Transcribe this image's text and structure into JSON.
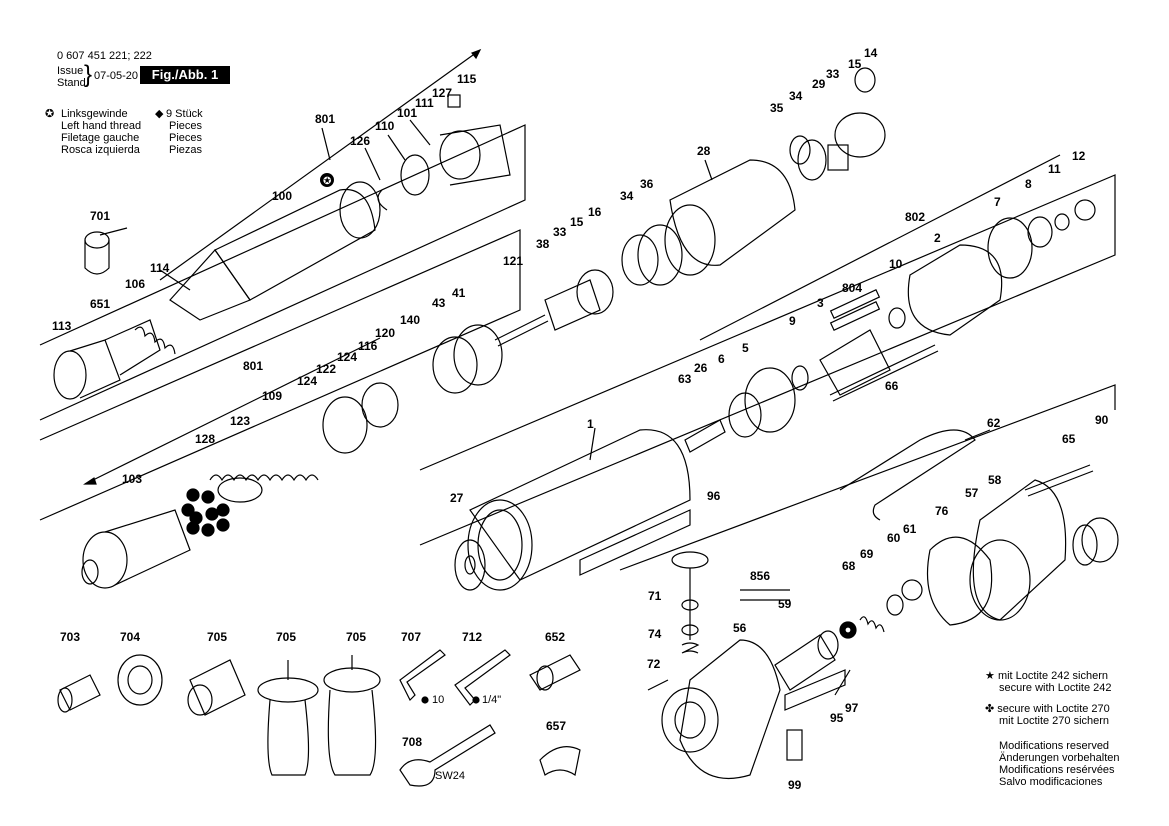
{
  "header": {
    "part_numbers": "0 607 451 221; 222",
    "issue_label": "Issue",
    "stand_label": "Stand",
    "date": "07-05-20",
    "figure": "Fig./Abb. 1"
  },
  "legend_thread": [
    "Linksgewinde",
    "Left hand thread",
    "Filetage gauche",
    "Rosca izquierda"
  ],
  "legend_pieces": [
    "9 Stück",
    "Pieces",
    "Pieces",
    "Piezas"
  ],
  "notes": {
    "loctite242": [
      "mit Loctite 242 sichern",
      "secure with Loctite 242"
    ],
    "loctite270": [
      "secure with Loctite 270",
      "mit Loctite 270 sichern"
    ],
    "modifications": [
      "Modifications reserved",
      "Änderungen vorbehalten",
      "Modifications resérvées",
      "Salvo modificaciones"
    ]
  },
  "tool_labels": {
    "size10": "10",
    "size14": "1/4\"",
    "wrench": "SW24"
  },
  "parts": [
    {
      "id": "801a",
      "label": "801"
    },
    {
      "id": "126",
      "label": "126"
    },
    {
      "id": "110",
      "label": "110"
    },
    {
      "id": "101",
      "label": "101"
    },
    {
      "id": "111",
      "label": "111"
    },
    {
      "id": "127",
      "label": "127"
    },
    {
      "id": "115",
      "label": "115"
    },
    {
      "id": "100",
      "label": "100"
    },
    {
      "id": "701",
      "label": "701"
    },
    {
      "id": "114",
      "label": "114"
    },
    {
      "id": "106",
      "label": "106"
    },
    {
      "id": "651",
      "label": "651"
    },
    {
      "id": "113",
      "label": "113"
    },
    {
      "id": "14",
      "label": "14"
    },
    {
      "id": "15a",
      "label": "15"
    },
    {
      "id": "33a",
      "label": "33"
    },
    {
      "id": "29",
      "label": "29"
    },
    {
      "id": "34a",
      "label": "34"
    },
    {
      "id": "35",
      "label": "35"
    },
    {
      "id": "28",
      "label": "28"
    },
    {
      "id": "34b",
      "label": "34"
    },
    {
      "id": "36",
      "label": "36"
    },
    {
      "id": "33b",
      "label": "33"
    },
    {
      "id": "15b",
      "label": "15"
    },
    {
      "id": "16",
      "label": "16"
    },
    {
      "id": "38",
      "label": "38"
    },
    {
      "id": "121",
      "label": "121"
    },
    {
      "id": "43",
      "label": "43"
    },
    {
      "id": "41",
      "label": "41"
    },
    {
      "id": "12",
      "label": "12"
    },
    {
      "id": "11",
      "label": "11"
    },
    {
      "id": "8",
      "label": "8"
    },
    {
      "id": "802",
      "label": "802"
    },
    {
      "id": "7",
      "label": "7"
    },
    {
      "id": "2",
      "label": "2"
    },
    {
      "id": "10",
      "label": "10"
    },
    {
      "id": "804",
      "label": "804"
    },
    {
      "id": "3",
      "label": "3"
    },
    {
      "id": "9",
      "label": "9"
    },
    {
      "id": "5",
      "label": "5"
    },
    {
      "id": "6",
      "label": "6"
    },
    {
      "id": "26",
      "label": "26"
    },
    {
      "id": "63",
      "label": "63"
    },
    {
      "id": "66",
      "label": "66"
    },
    {
      "id": "801b",
      "label": "801"
    },
    {
      "id": "120",
      "label": "120"
    },
    {
      "id": "116",
      "label": "116"
    },
    {
      "id": "124a",
      "label": "124"
    },
    {
      "id": "122",
      "label": "122"
    },
    {
      "id": "124b",
      "label": "124"
    },
    {
      "id": "140",
      "label": "140"
    },
    {
      "id": "109",
      "label": "109"
    },
    {
      "id": "123",
      "label": "123"
    },
    {
      "id": "128",
      "label": "128"
    },
    {
      "id": "103",
      "label": "103"
    },
    {
      "id": "1",
      "label": "1"
    },
    {
      "id": "27",
      "label": "27"
    },
    {
      "id": "96",
      "label": "96"
    },
    {
      "id": "62",
      "label": "62"
    },
    {
      "id": "90",
      "label": "90"
    },
    {
      "id": "65",
      "label": "65"
    },
    {
      "id": "58",
      "label": "58"
    },
    {
      "id": "57",
      "label": "57"
    },
    {
      "id": "76",
      "label": "76"
    },
    {
      "id": "60",
      "label": "60"
    },
    {
      "id": "61",
      "label": "61"
    },
    {
      "id": "68",
      "label": "68"
    },
    {
      "id": "69",
      "label": "69"
    },
    {
      "id": "856",
      "label": "856"
    },
    {
      "id": "59",
      "label": "59"
    },
    {
      "id": "56",
      "label": "56"
    },
    {
      "id": "71",
      "label": "71"
    },
    {
      "id": "74",
      "label": "74"
    },
    {
      "id": "72",
      "label": "72"
    },
    {
      "id": "95",
      "label": "95"
    },
    {
      "id": "97",
      "label": "97"
    },
    {
      "id": "99",
      "label": "99"
    },
    {
      "id": "703",
      "label": "703"
    },
    {
      "id": "704",
      "label": "704"
    },
    {
      "id": "705a",
      "label": "705"
    },
    {
      "id": "705b",
      "label": "705"
    },
    {
      "id": "705c",
      "label": "705"
    },
    {
      "id": "707",
      "label": "707"
    },
    {
      "id": "712",
      "label": "712"
    },
    {
      "id": "652",
      "label": "652"
    },
    {
      "id": "708",
      "label": "708"
    },
    {
      "id": "657",
      "label": "657"
    }
  ]
}
